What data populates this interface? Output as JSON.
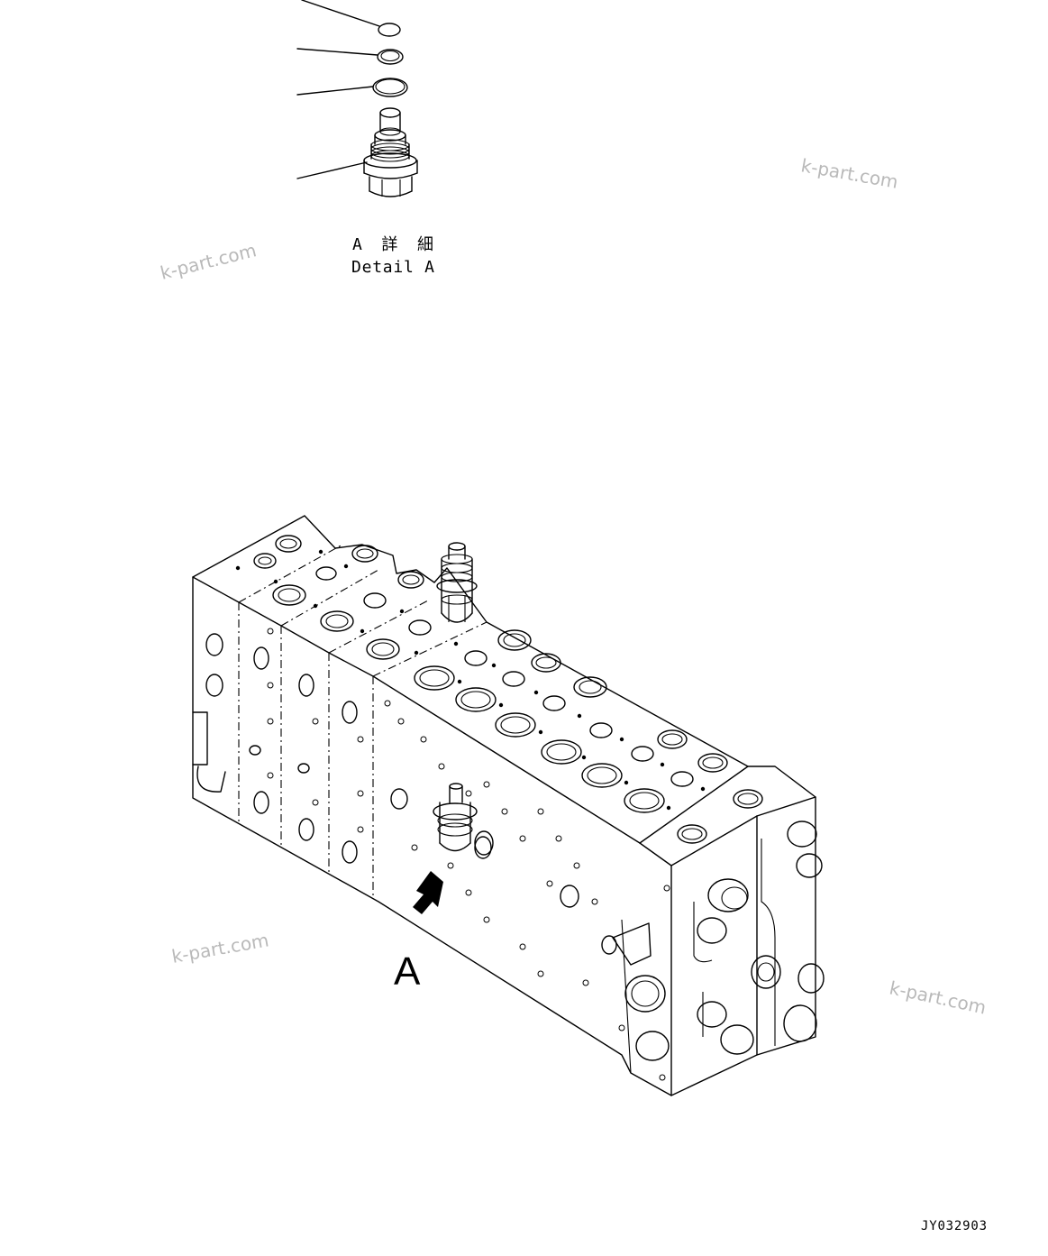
{
  "detail": {
    "title_jp": "A 詳 細",
    "title_en": "Detail A"
  },
  "view_label": "A",
  "drawing_number": "JY032903",
  "watermarks": [
    "k-part.com",
    "k-part.com",
    "k-part.com",
    "k-part.com"
  ]
}
